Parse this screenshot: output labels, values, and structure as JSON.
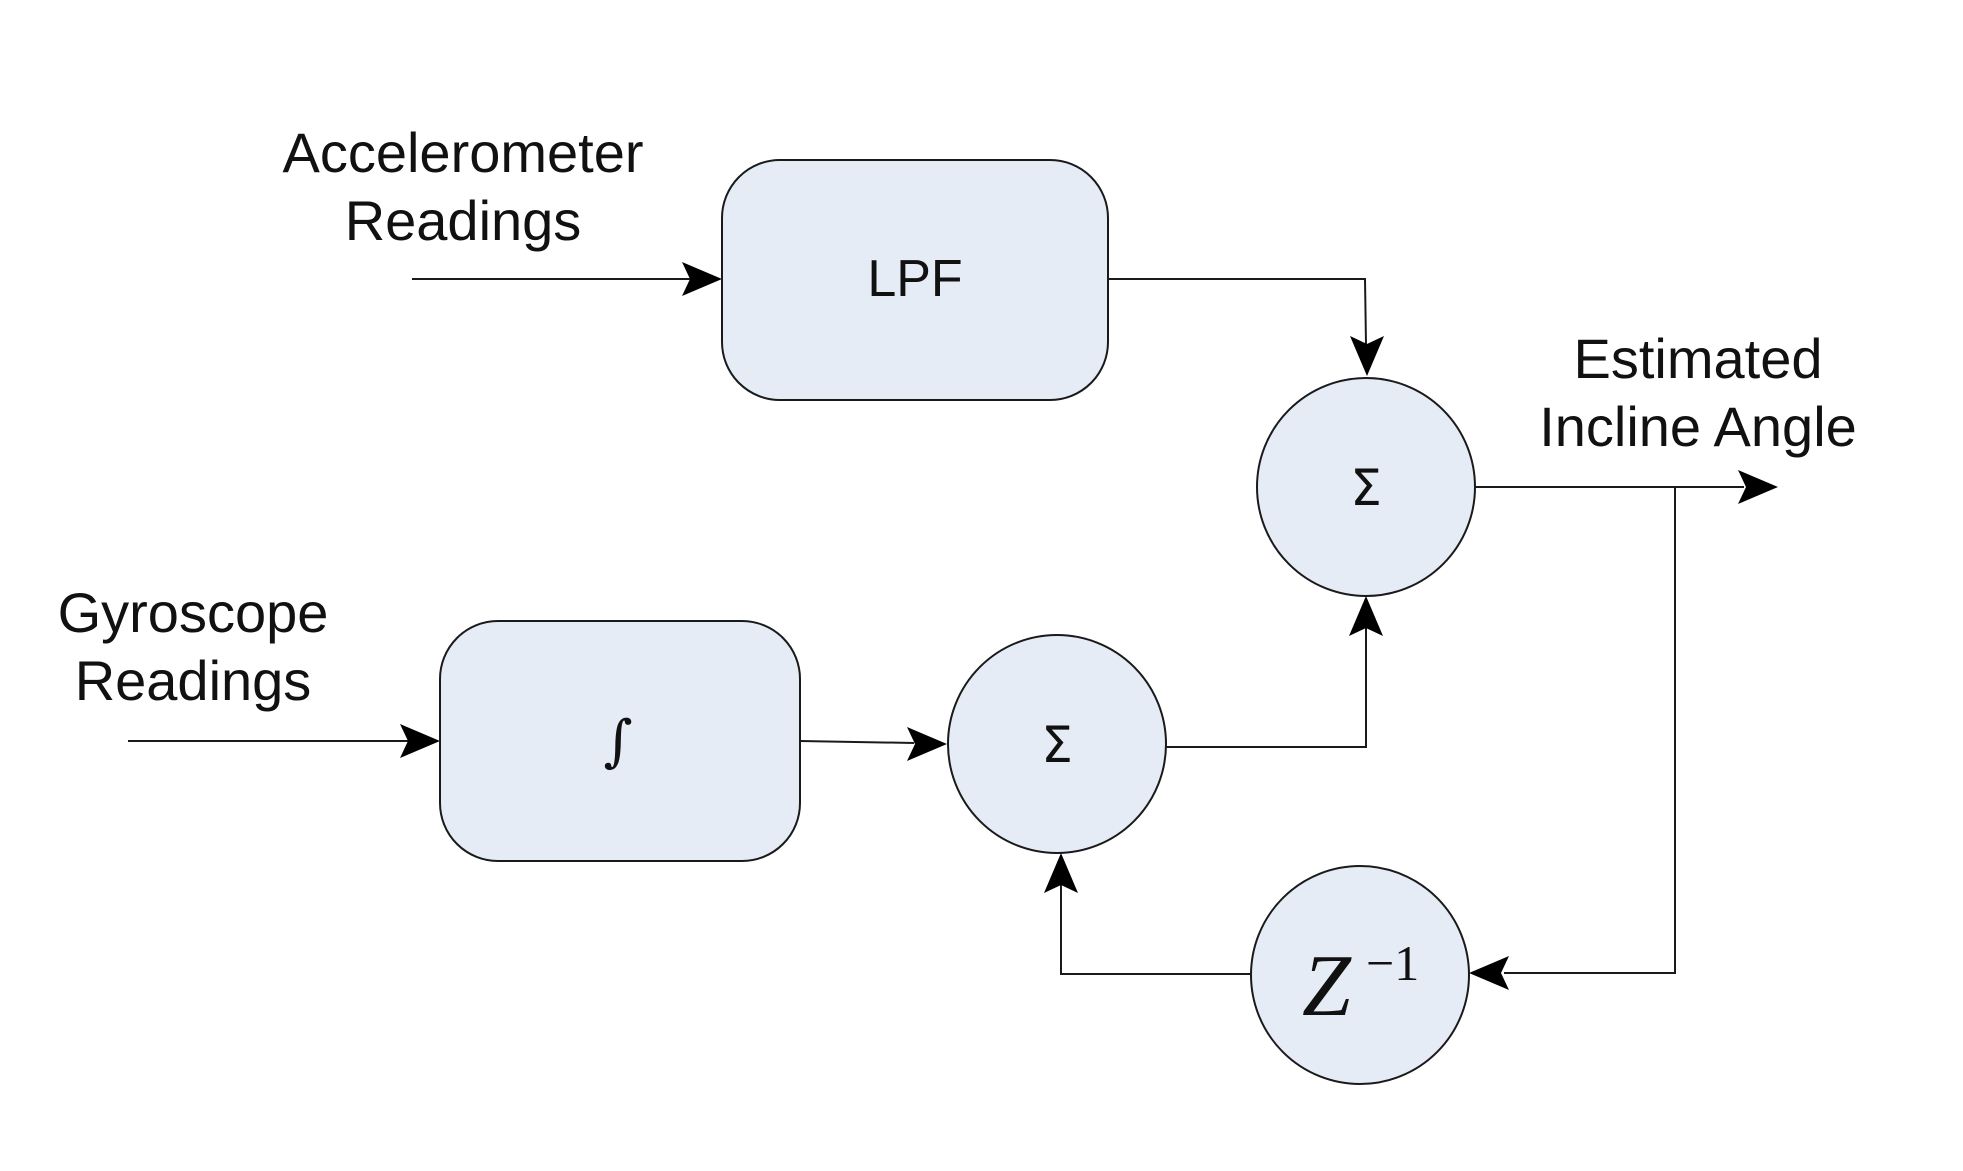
{
  "inputs": {
    "accelerometer": {
      "line1": "Accelerometer",
      "line2": "Readings"
    },
    "gyroscope": {
      "line1": "Gyroscope",
      "line2": "Readings"
    }
  },
  "output": {
    "line1": "Estimated",
    "line2": "Incline Angle"
  },
  "blocks": {
    "lpf": "LPF",
    "integrator": "∫",
    "sum_top": "Σ",
    "sum_bottom": "Σ",
    "delay": {
      "base": "Z",
      "exponent": "−1"
    }
  },
  "colors": {
    "block_fill": "#e6ecf6",
    "stroke": "#1a1a1a"
  }
}
